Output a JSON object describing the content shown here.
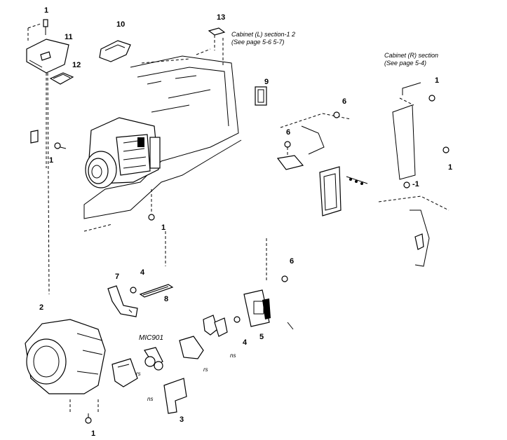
{
  "diagram": {
    "callouts": [
      {
        "id": "c1a",
        "label": "1"
      },
      {
        "id": "c11",
        "label": "11"
      },
      {
        "id": "c12",
        "label": "12"
      },
      {
        "id": "c10",
        "label": "10"
      },
      {
        "id": "c13",
        "label": "13"
      },
      {
        "id": "c9",
        "label": "9"
      },
      {
        "id": "c1b",
        "label": "1"
      },
      {
        "id": "c1c",
        "label": "1"
      },
      {
        "id": "c6a",
        "label": "6"
      },
      {
        "id": "c6b",
        "label": "6"
      },
      {
        "id": "c1d",
        "label": "1"
      },
      {
        "id": "c1e",
        "label": "1"
      },
      {
        "id": "c1f",
        "label": "-1"
      },
      {
        "id": "c7",
        "label": "7"
      },
      {
        "id": "c4a",
        "label": "4"
      },
      {
        "id": "c8",
        "label": "8"
      },
      {
        "id": "c6c",
        "label": "6"
      },
      {
        "id": "c2",
        "label": "2"
      },
      {
        "id": "c4b",
        "label": "4"
      },
      {
        "id": "c5",
        "label": "5"
      },
      {
        "id": "c3",
        "label": "3"
      },
      {
        "id": "c1g",
        "label": "1"
      }
    ],
    "notes": {
      "cabinet_l_line1": "Cabinet (L) section-1  2",
      "cabinet_l_line2": "(See page 5-6  5-7)",
      "cabinet_r_line1": "Cabinet (R) section",
      "cabinet_r_line2": "(See page 5-4)",
      "mic": "MIC901"
    },
    "small_labels": [
      "ns",
      "rs",
      "rs",
      "ns"
    ]
  }
}
